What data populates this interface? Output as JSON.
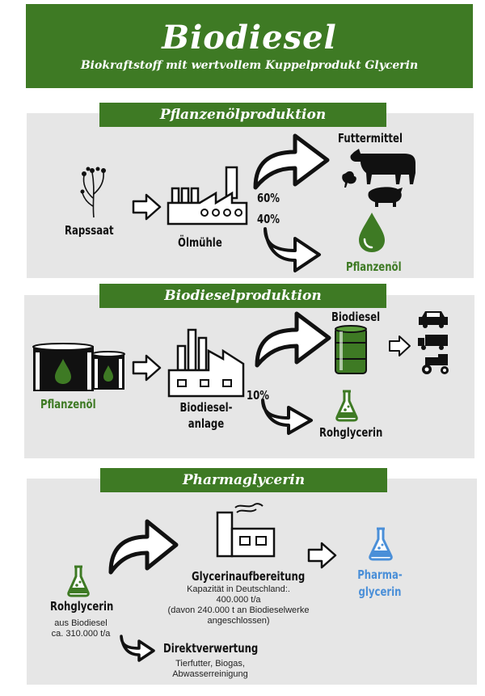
{
  "header": {
    "title": "Biodiesel",
    "subtitle": "Biokraftstoff mit wertvollem Kuppelprodukt Glycerin"
  },
  "section1": {
    "banner": "Pflanzenölproduktion",
    "rapeseed": "Rapssaat",
    "mill": "Ölmühle",
    "pct_top": "60%",
    "pct_bottom": "40%",
    "feed": "Futtermittel",
    "oil": "Pflanzenöl"
  },
  "section2": {
    "banner": "Biodieselproduktion",
    "oil": "Pflanzenöl",
    "plant_line1": "Biodiesel-",
    "plant_line2": "anlage",
    "biodiesel": "Biodiesel",
    "pct": "10%",
    "crude_glycerin": "Rohglycerin"
  },
  "section3": {
    "banner": "Pharmaglycerin",
    "crude_glycerin": "Rohglycerin",
    "source_line1": "aus Biodiesel",
    "source_line2": "ca. 310.000 t/a",
    "processing": "Glycerinaufbereitung",
    "capacity_line1": "Kapazität in Deutschland:.",
    "capacity_line2": "400.000 t/a",
    "capacity_line3": "(davon 240.000 t an Biodieselwerke",
    "capacity_line4": "angeschlossen)",
    "pharma_line1": "Pharma-",
    "pharma_line2": "glycerin",
    "direct": "Direktverwertung",
    "direct_line1": "Tierfutter, Biogas,",
    "direct_line2": "Abwasserreinigung"
  },
  "colors": {
    "green": "#3e7a24",
    "panel": "#e6e6e6",
    "blue": "#4a8fd8",
    "dark": "#111111"
  }
}
